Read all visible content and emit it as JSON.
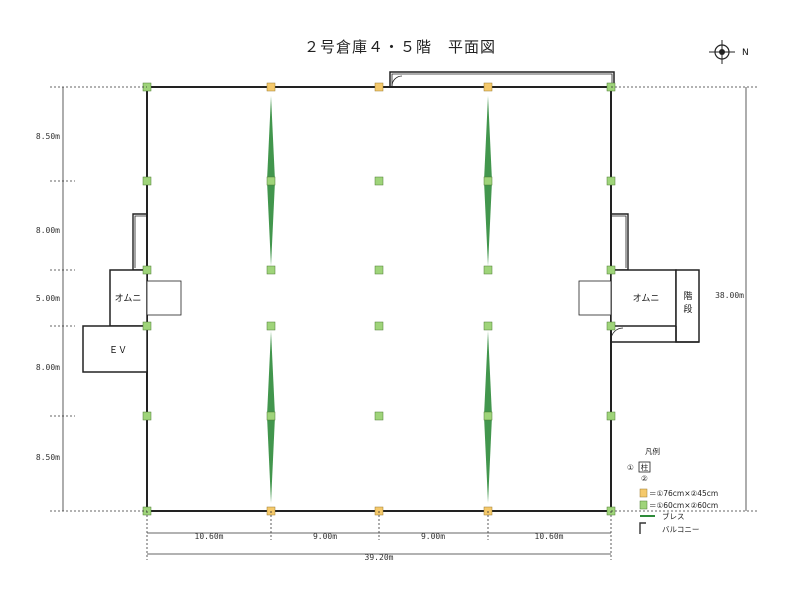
{
  "title": "２号倉庫４・５階　平面図",
  "compass": {
    "label": "N"
  },
  "rooms": {
    "omuni_left": "オムニ",
    "ev": "ＥＶ",
    "omuni_right": "オムニ",
    "stairs": "階\n段"
  },
  "dimensions": {
    "left": [
      "8.50m",
      "8.00m",
      "5.00m",
      "8.00m",
      "8.50m"
    ],
    "right_total": "38.00m",
    "bottom": [
      "10.60m",
      "9.00m",
      "9.00m",
      "10.60m"
    ],
    "bottom_total": "39.20m"
  },
  "legend": {
    "title": "凡例",
    "key_top": "①",
    "key_box": "柱",
    "key_bottom": "②",
    "items": [
      {
        "label": "＝①76cm×②45cm",
        "color": "#f5c96b"
      },
      {
        "label": "＝①60cm×②60cm",
        "color": "#9fd47a"
      },
      {
        "label": "ブレス",
        "color": "#2e8b3a"
      },
      {
        "label": "バルコニー",
        "color": "#333333"
      }
    ]
  }
}
